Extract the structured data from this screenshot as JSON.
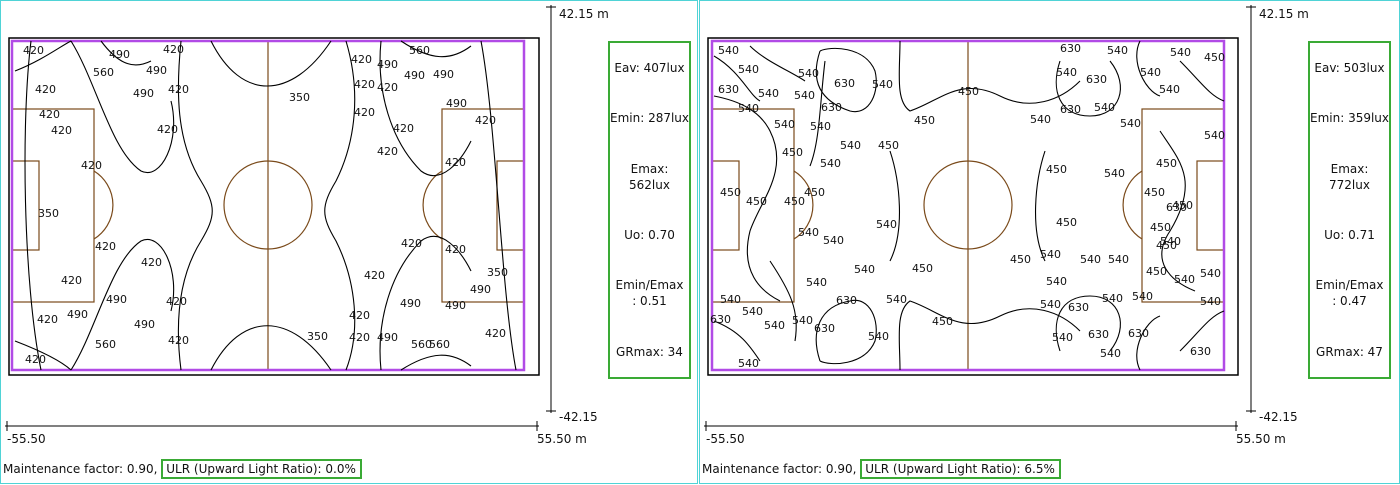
{
  "panels": [
    {
      "id": "left",
      "axis": {
        "y_top": "42.15 m",
        "y_bottom": "-42.15",
        "x_left": "-55.50",
        "x_right": "55.50 m"
      },
      "stats": {
        "eav": "Eav: 407lux",
        "emin": "Emin: 287lux",
        "emax": "Emax: 562lux",
        "uo": "Uo: 0.70",
        "ratio_line1": "Emin/Emax",
        "ratio_line2": ": 0.51",
        "grmax": "GRmax: 34"
      },
      "footer": {
        "mf": "Maintenance factor: 0.90,",
        "ulr": "ULR (Upward Light Ratio): 0.0%"
      },
      "contour_labels": [
        "420",
        "490",
        "420",
        "560",
        "490",
        "420",
        "420",
        "490",
        "420",
        "420",
        "420",
        "420",
        "350",
        "350",
        "420",
        "420",
        "560",
        "490",
        "420",
        "560",
        "420",
        "490",
        "420",
        "490",
        "420",
        "420",
        "420",
        "420",
        "490",
        "420",
        "490",
        "420",
        "420",
        "560",
        "490",
        "420",
        "350",
        "420",
        "420",
        "490",
        "420",
        "350",
        "420",
        "490",
        "420",
        "490",
        "420",
        "420",
        "560",
        "490",
        "420",
        "490"
      ]
    },
    {
      "id": "right",
      "axis": {
        "y_top": "42.15 m",
        "y_bottom": "-42.15",
        "x_left": "-55.50",
        "x_right": "55.50 m"
      },
      "stats": {
        "eav": "Eav: 503lux",
        "emin": "Emin: 359lux",
        "emax": "Emax: 772lux",
        "uo": "Uo: 0.71",
        "ratio_line1": "Emin/Emax",
        "ratio_line2": ": 0.47",
        "grmax": "GRmax: 47"
      },
      "footer": {
        "mf": "Maintenance factor: 0.90,",
        "ulr": "ULR (Upward Light Ratio): 6.5%"
      },
      "contour_labels": [
        "540",
        "630",
        "540",
        "540",
        "540",
        "540",
        "540",
        "630",
        "630",
        "540",
        "540",
        "450",
        "540",
        "540",
        "450",
        "450",
        "450",
        "540",
        "450",
        "450",
        "450",
        "450",
        "540",
        "540",
        "540",
        "540",
        "540",
        "540",
        "630",
        "540",
        "540",
        "540",
        "540",
        "630",
        "450",
        "450",
        "540",
        "630",
        "540",
        "630",
        "450",
        "540",
        "540",
        "540",
        "540",
        "450",
        "540",
        "630",
        "630",
        "540",
        "540",
        "450",
        "540",
        "450",
        "540",
        "450",
        "450",
        "450",
        "540",
        "540",
        "540",
        "540",
        "540",
        "540",
        "630",
        "540",
        "630",
        "450",
        "540",
        "540",
        "450",
        "540",
        "630",
        "540",
        "630",
        "540",
        "540",
        "450",
        "630",
        "540"
      ]
    }
  ]
}
